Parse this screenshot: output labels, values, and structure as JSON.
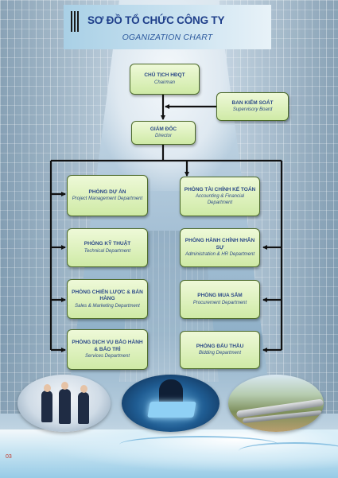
{
  "header": {
    "title": "SƠ ĐỒ TỔ CHỨC CÔNG TY",
    "subtitle": "OGANIZATION CHART"
  },
  "nodes": {
    "chairman": {
      "vi": "CHỦ TỊCH HĐQT",
      "en": "Chairman"
    },
    "supervisory": {
      "vi": "BAN KIỂM SOÁT",
      "en": "Supervisory Board"
    },
    "director": {
      "vi": "GIÁM ĐỐC",
      "en": "Director"
    },
    "project": {
      "vi": "PHÒNG DỰ ÁN",
      "en": "Project Management Department"
    },
    "finance": {
      "vi": "PHÒNG TÀI CHÍNH KẾ TOÁN",
      "en": "Accounting & Financial Department"
    },
    "technical": {
      "vi": "PHÒNG KỸ THUẬT",
      "en": "Technical Department"
    },
    "admin": {
      "vi": "PHÒNG HÀNH CHÍNH NHÂN SỰ",
      "en": "Administration & HR Department"
    },
    "sales": {
      "vi": "PHÒNG CHIẾN LƯỢC & BÁN HÀNG",
      "en": "Sales & Marketing Department"
    },
    "procurement": {
      "vi": "PHÒNG MUA SẮM",
      "en": "Procurement Department"
    },
    "services": {
      "vi": "PHÒNG DỊCH VỤ BẢO HÀNH & BẢO TRÌ",
      "en": "Services Department"
    },
    "bidding": {
      "vi": "PHÒNG ĐẤU THẦU",
      "en": "Bidding Department"
    }
  },
  "colors": {
    "box_fill": "#d6eeb0",
    "box_border": "#4c6a2a",
    "text": "#2c4a88",
    "connector": "#111111",
    "page_number": "#c0392b"
  },
  "photos": [
    "business-meeting-photo",
    "tablet-technology-photo",
    "pipeline-construction-photo"
  ],
  "page_number": "03"
}
